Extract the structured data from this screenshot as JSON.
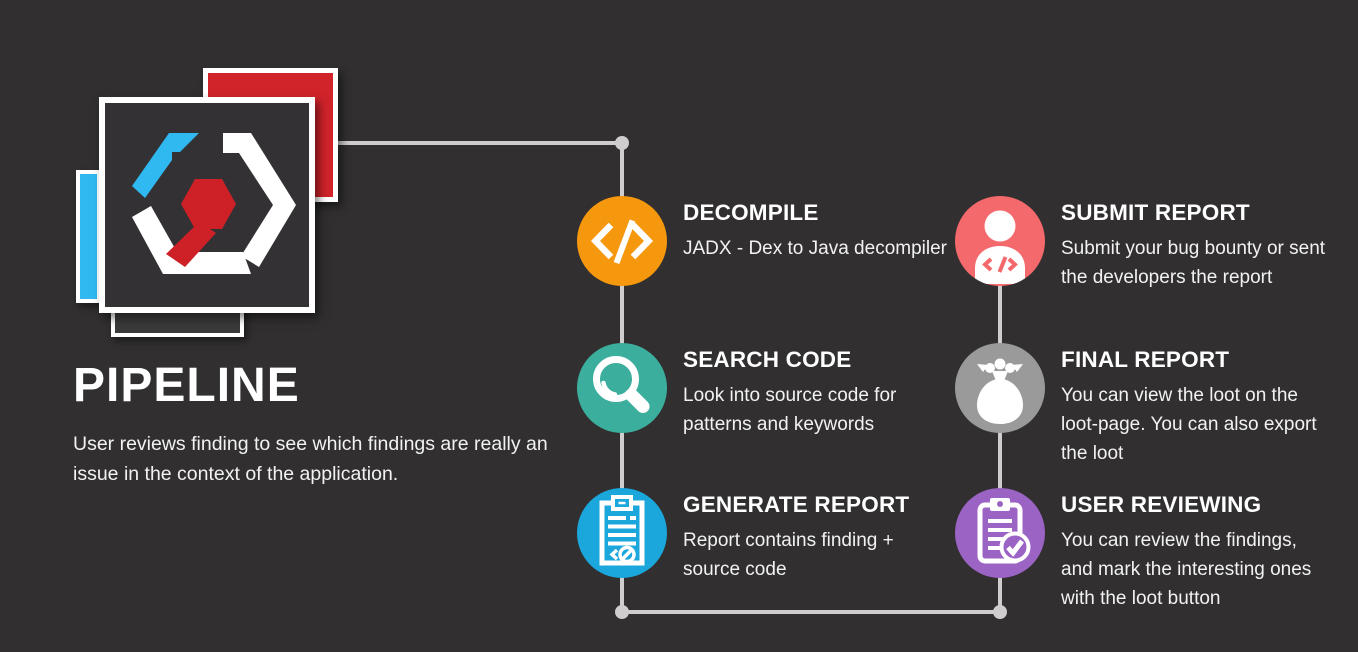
{
  "colors": {
    "background": "#312F30",
    "line": "#CFCDCE",
    "logo_red": "#D0232A",
    "logo_cyan": "#2FB9F0",
    "logo_dark": "#333134",
    "logo_tab": "#3A3A3A"
  },
  "panel": {
    "title": "PIPELINE",
    "description": "User reviews finding to see which findings are really an\nissue in the context of the application."
  },
  "steps": [
    {
      "id": "decompile",
      "title": "DECOMPILE",
      "description": "JADX - Dex to Java decompiler",
      "color": "#F6980E",
      "icon": "code-icon"
    },
    {
      "id": "search-code",
      "title": "SEARCH CODE",
      "description": "Look into source code for\npatterns and keywords",
      "color": "#3BAE9D",
      "icon": "search-icon"
    },
    {
      "id": "generate-report",
      "title": "GENERATE REPORT",
      "description": "Report contains finding +\nsource code",
      "color": "#1BA7DC",
      "icon": "clipboard-report-icon"
    },
    {
      "id": "submit-report",
      "title": "SUBMIT REPORT",
      "description": "Submit your bug bounty or sent\nthe developers the report",
      "color": "#F4696B",
      "icon": "person-code-icon"
    },
    {
      "id": "final-report",
      "title": "FINAL REPORT",
      "description": "You can view the loot on the\nloot-page. You can also export\nthe loot",
      "color": "#9A9A9A",
      "icon": "money-bag-icon"
    },
    {
      "id": "user-reviewing",
      "title": "USER REVIEWING",
      "description": "You can review the findings,\nand mark the interesting ones\nwith the loot button",
      "color": "#9B63C4",
      "icon": "clipboard-check-icon"
    }
  ]
}
